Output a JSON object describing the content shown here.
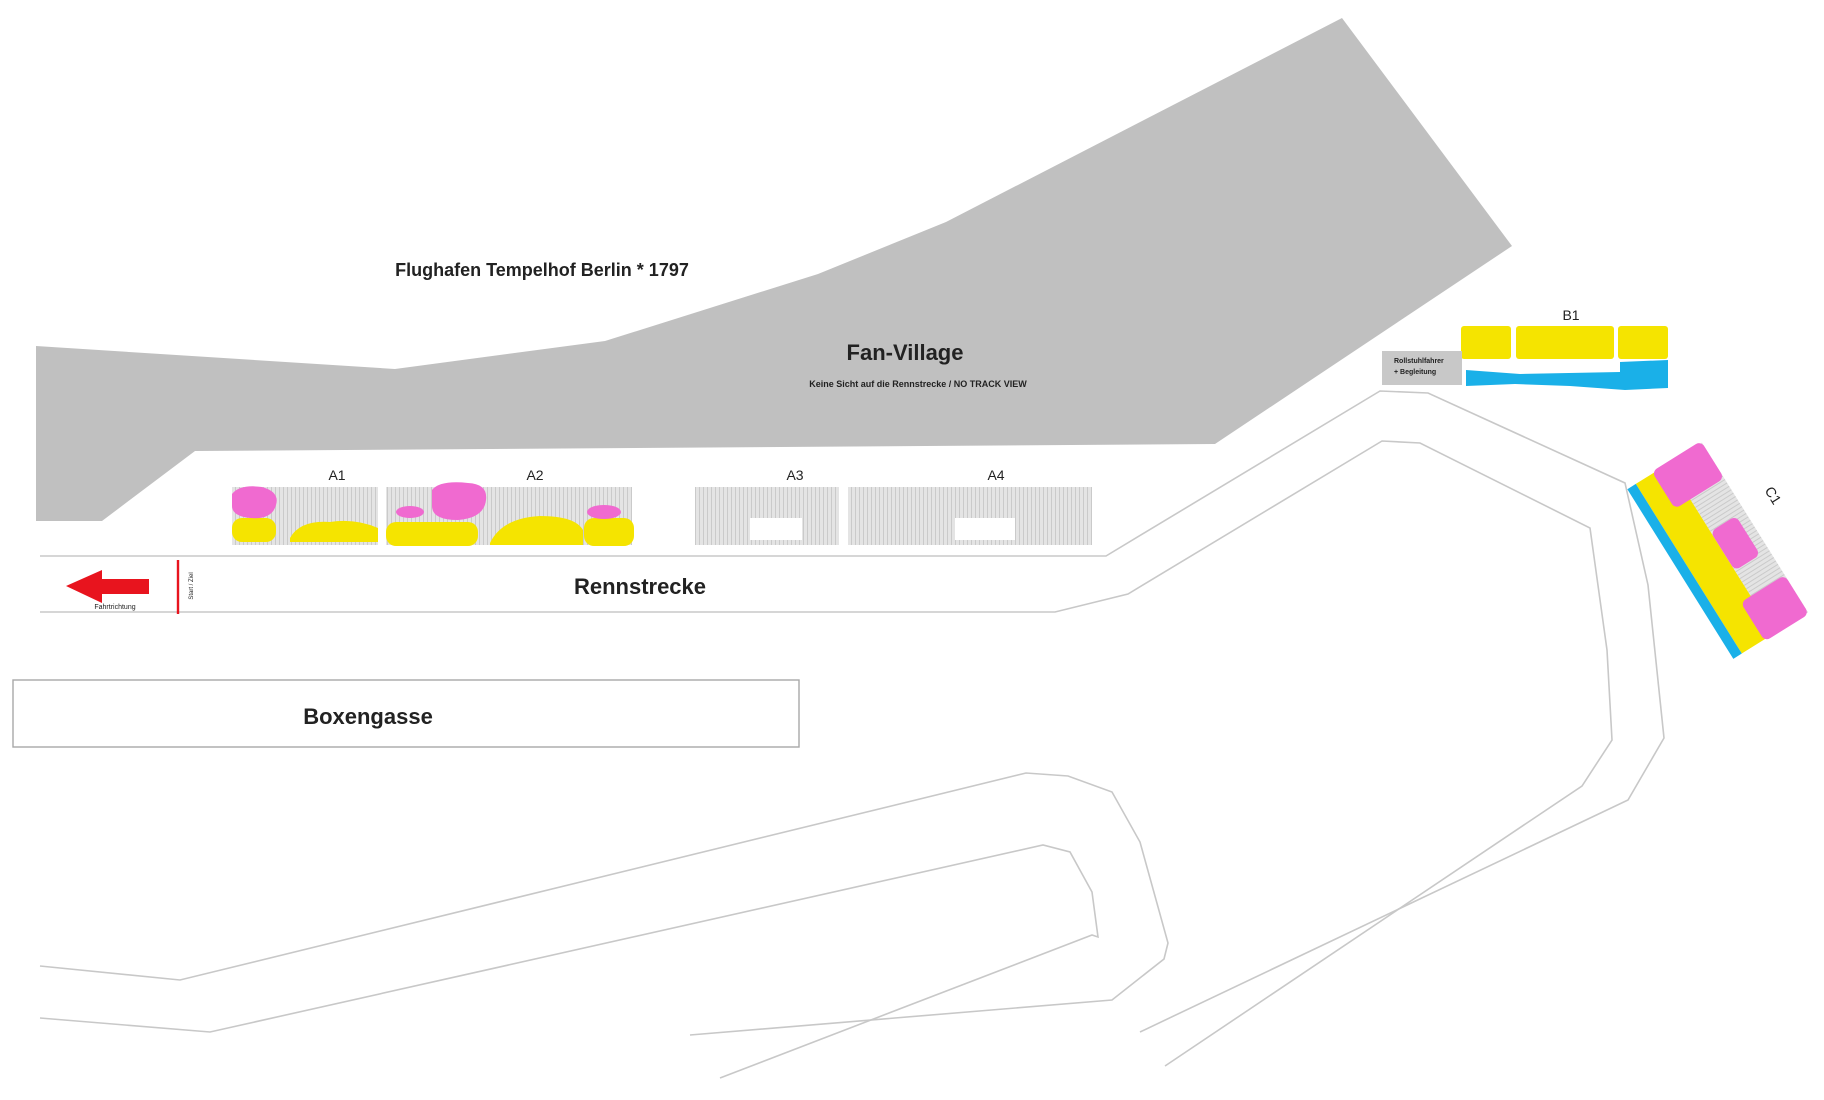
{
  "map": {
    "airport_label": "Flughafen Tempelhof Berlin * 1797",
    "fan_village": {
      "title": "Fan-Village",
      "subtitle": "Keine Sicht auf die Rennstrecke / NO TRACK VIEW"
    },
    "track_label": "Rennstrecke",
    "box_lane_label": "Boxengasse",
    "direction_label": "Fahrtrichtung",
    "start_finish_label": "Start / Ziel",
    "accessible_label_line1": "Rollstuhlfahrer",
    "accessible_label_line2": "+ Begleitung",
    "sections": {
      "a1": "A1",
      "a2": "A2",
      "a3": "A3",
      "a4": "A4",
      "b1": "B1",
      "c1": "C1"
    }
  },
  "colors": {
    "fan_village": "#c0c0c0",
    "seat_grey": "#dcdcdc",
    "category_yellow": "#f5e400",
    "category_pink": "#f06ad0",
    "category_blue": "#1ab0e8",
    "arrow_red": "#e8141e",
    "track_line": "#c8c8c8"
  }
}
